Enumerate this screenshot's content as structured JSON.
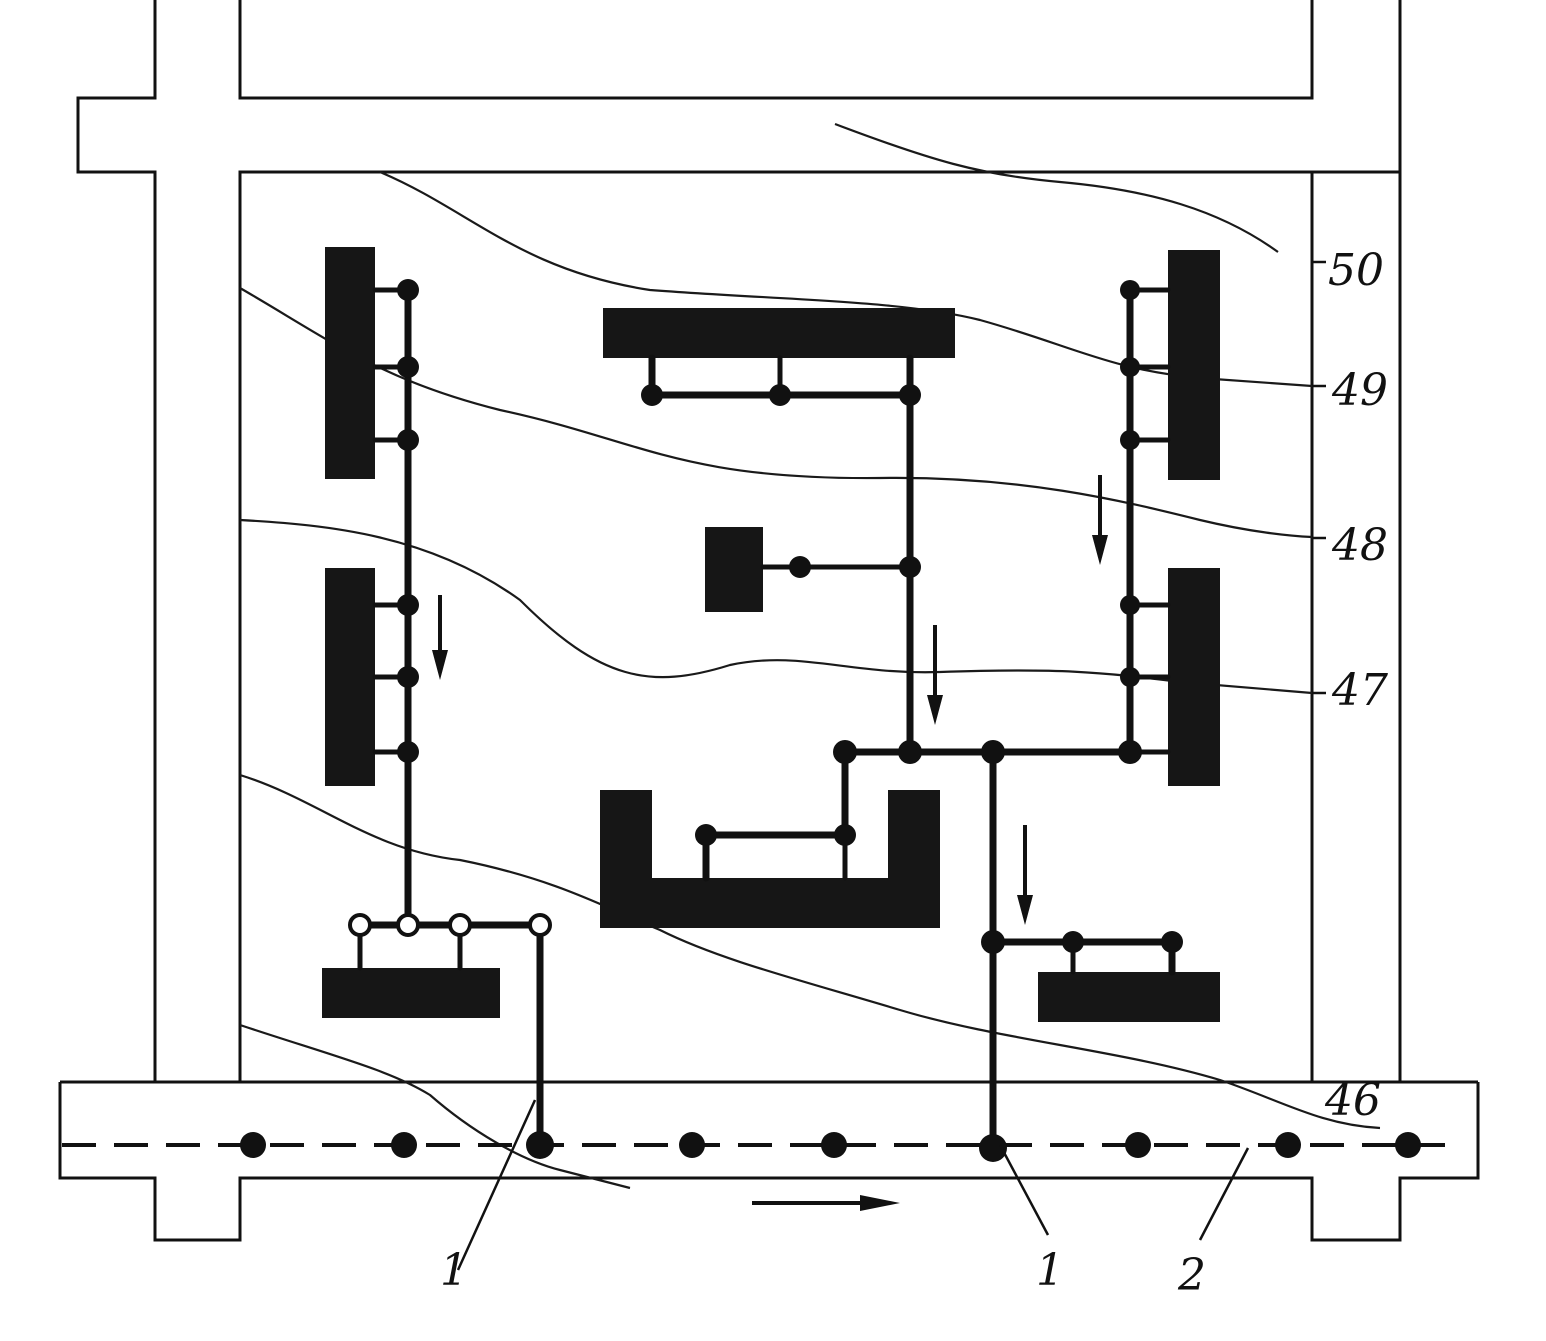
{
  "contour_labels": [
    "50",
    "49",
    "48",
    "47",
    "46"
  ],
  "callouts": [
    "1",
    "1",
    "2"
  ],
  "colors": {
    "ink": "#111111",
    "paper": "#ffffff"
  }
}
